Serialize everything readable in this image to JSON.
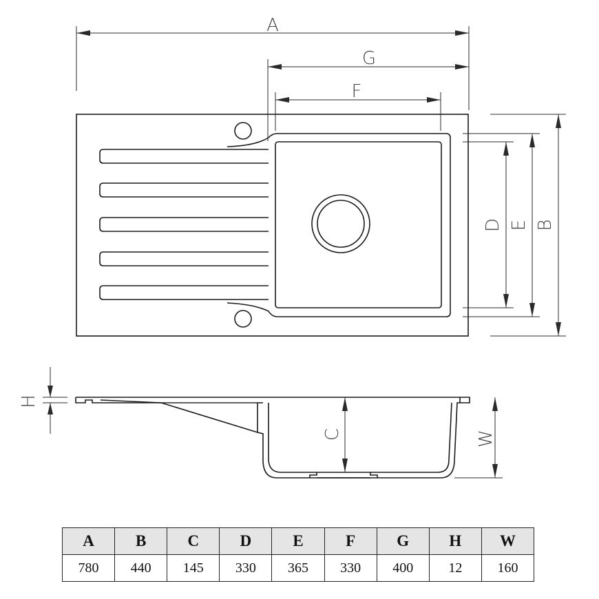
{
  "labels": {
    "A": "A",
    "B": "B",
    "C": "C",
    "D": "D",
    "E": "E",
    "F": "F",
    "G": "G",
    "H": "H",
    "W": "W"
  },
  "table": {
    "headers": [
      "A",
      "B",
      "C",
      "D",
      "E",
      "F",
      "G",
      "H",
      "W"
    ],
    "values": [
      "780",
      "440",
      "145",
      "330",
      "365",
      "330",
      "400",
      "12",
      "160"
    ]
  }
}
